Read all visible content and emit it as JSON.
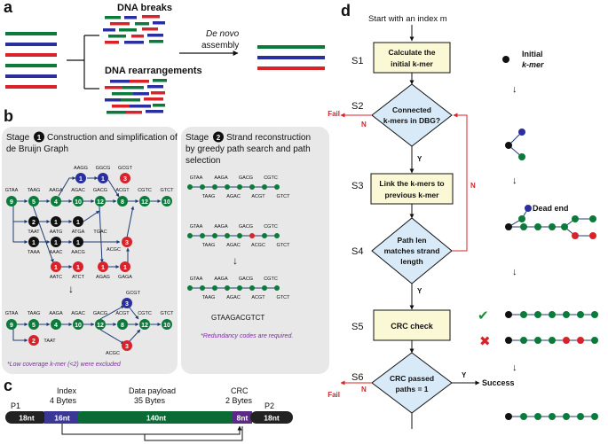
{
  "panels": {
    "a": "a",
    "b": "b",
    "c": "c",
    "d": "d"
  },
  "panel_a": {
    "dna_breaks": "DNA breaks",
    "dna_rearrangements": "DNA rearrangements",
    "assembly_line1": "De novo",
    "assembly_line2": "assembly"
  },
  "panel_b": {
    "stage1_line1": "Construction and simplification of",
    "stage1_prefix": "Stage",
    "stage1_line2": "de Bruijn Graph",
    "stage1_num": "1",
    "stage2_prefix": "Stage",
    "stage2_num": "2",
    "stage2_line1": "Strand reconstruction",
    "stage2_line2": "by greedy path search and path",
    "stage2_line3": "selection",
    "low_coverage_note": "*Low coverage k-mer (<2) were excluded",
    "redundancy_note": "*Redundancy codes are required.",
    "result_seq": "GTAAGACGTCT",
    "arrow": "↓",
    "top_labels": [
      "AAGG",
      "GGCG",
      "GCGT"
    ],
    "row_labels_top": [
      "GTAA",
      "TAAG",
      "AAGA",
      "AGAC",
      "GACG",
      "ACGT",
      "CGTC",
      "GTCT"
    ],
    "row_labels_mid": [
      "TAAT",
      "AATG",
      "ATGA",
      "TGAC"
    ],
    "row_labels_low": [
      "TAAA",
      "AAAC",
      "AACG",
      "ACGC"
    ],
    "row_labels_bot": [
      "AATC",
      "ATCT",
      "AGAG",
      "GAGA"
    ],
    "simplified_top": [
      "GCGT"
    ],
    "simplified_row": [
      "GTAA",
      "TAAG",
      "AAGA",
      "AGAC",
      "GACG",
      "ACGT",
      "CGTC",
      "GTCT"
    ],
    "simplified_extra": [
      "TAAT",
      "ACGC"
    ],
    "path1_top": [
      "GTAA",
      "AAGA",
      "GACG",
      "CGTC"
    ],
    "path1_bot": [
      "TAAG",
      "AGAC",
      "ACGT",
      "GTCT"
    ],
    "path2_top": [
      "GTAA",
      "AAGA",
      "GACG",
      "CGTC"
    ],
    "path2_bot": [
      "TAAG",
      "AGAC",
      "ACGC",
      "GTCT"
    ],
    "path3_top": [
      "GTAA",
      "AAGA",
      "GACG",
      "CGTC"
    ],
    "path3_bot": [
      "TAAG",
      "AGAC",
      "ACGT",
      "GTCT"
    ],
    "node_numbers": {
      "n9": "9",
      "n5": "5",
      "n4": "4",
      "n10": "10",
      "n12": "12",
      "n8": "8",
      "n2": "2",
      "n1": "1",
      "n3": "3"
    }
  },
  "panel_c": {
    "p1": "P1",
    "p1_len": "18nt",
    "index_label": "Index",
    "index_bytes": "4 Bytes",
    "index_len": "16nt",
    "payload_label": "Data payload",
    "payload_bytes": "35 Bytes",
    "payload_len": "140nt",
    "crc_label": "CRC",
    "crc_bytes": "2 Bytes",
    "crc_len": "8nt",
    "p2": "P2",
    "p2_len": "18nt"
  },
  "panel_d": {
    "start": "Start with an index m",
    "steps": [
      "S1",
      "S2",
      "S3",
      "S4",
      "S5",
      "S6"
    ],
    "s1_box_line1": "Calculate the",
    "s1_box_line2": "initial k-mer",
    "s2_line1": "Connected",
    "s2_line2": "k-mers in DBG?",
    "s3_line1": "Link the k-mers to",
    "s3_line2": "previous k-mer",
    "s4_line1": "Path len",
    "s4_line2": "matches strand",
    "s4_line3": "length",
    "s5_box": "CRC check",
    "s6_line1": "CRC passed",
    "s6_line2": "paths = 1",
    "fail": "Fail",
    "success": "Success",
    "n": "N",
    "y": "Y",
    "initial_kmer_line1": "Initial",
    "initial_kmer_line2": "k-mer",
    "dead_end": "Dead end",
    "check_mark": "✔",
    "cross_mark": "✖"
  },
  "colors": {
    "green": "#0b7a3b",
    "blue": "#2b2f9e",
    "red": "#d8232a",
    "black": "#111111",
    "box_fill": "#fbf8d5",
    "diamond_fill": "#d8eaf7",
    "panel_gray": "#e8e8e8",
    "purple": "#7a2fa0"
  }
}
